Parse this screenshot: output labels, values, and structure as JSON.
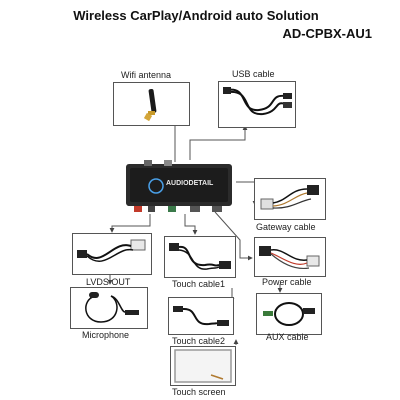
{
  "header": {
    "title": "Wireless CarPlay/Android auto Solution",
    "model": "AD-CPBX-AU1"
  },
  "device": {
    "brand_text": "AUDIODETAIL"
  },
  "components": {
    "wifi_antenna": "Wifi antenna",
    "usb_cable": "USB cable",
    "gateway_cable": "Gateway cable",
    "power_cable": "Power cable",
    "aux_cable": "AUX cable",
    "lvds_out": "LVDS OUT",
    "touch_cable1": "Touch cable1",
    "touch_cable2": "Touch cable2",
    "microphone": "Microphone",
    "touch_screen": "Touch screen"
  }
}
